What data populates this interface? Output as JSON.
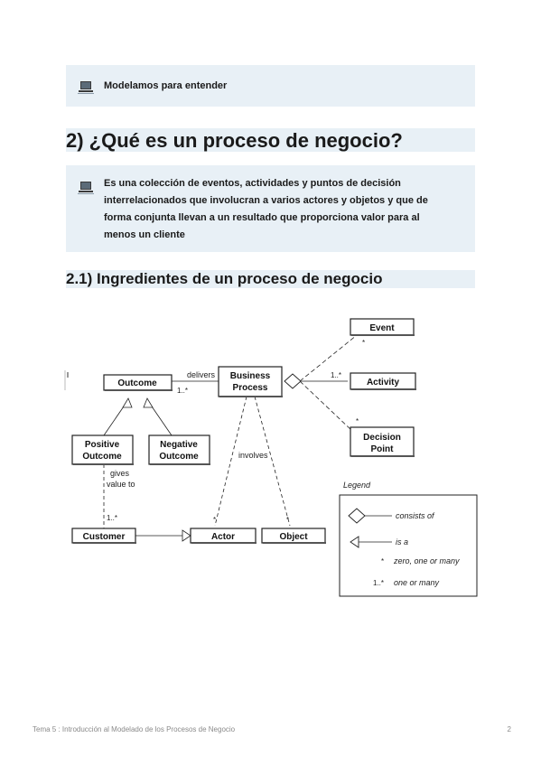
{
  "note1": {
    "icon": "laptop-icon",
    "text": "Modelamos para entender"
  },
  "heading2": "2) ¿Qué es un proceso de negocio?",
  "note2": {
    "icon": "laptop-icon",
    "lines": [
      "Es una colección de eventos, actividades y puntos de decisión",
      "interrelacionados que involucran a varios actores y objetos y que de",
      "forma conjunta llevan a un resultado que proporciona valor para al",
      "menos un cliente"
    ]
  },
  "heading3": "2.1) Ingredientes de un proceso de negocio",
  "diagram": {
    "boxes": {
      "event": "Event",
      "activity": "Activity",
      "decision_1": "Decision",
      "decision_2": "Point",
      "business_1": "Business",
      "business_2": "Process",
      "outcome": "Outcome",
      "positive_1": "Positive",
      "positive_2": "Outcome",
      "negative_1": "Negative",
      "negative_2": "Outcome",
      "customer": "Customer",
      "actor": "Actor",
      "object": "Object"
    },
    "labels": {
      "delivers": "delivers",
      "delivers_mult": "1..*",
      "activity_mult": "1..*",
      "event_mult": "*",
      "decision_mult": "*",
      "involves": "involves",
      "gives_1": "gives",
      "gives_2": "value to",
      "customer_mult": "1..*",
      "actor_mult": "*",
      "object_mult": "*"
    },
    "legend": {
      "title": "Legend",
      "consists_of": "consists of",
      "is_a": "is a",
      "zero_symbol": "*",
      "zero_text": "zero, one or many",
      "one_symbol": "1..*",
      "one_text": "one or many"
    }
  },
  "footer": {
    "text": "Tema 5 : Introducción al Modelado de los Procesos de Negocio",
    "page": "2"
  }
}
